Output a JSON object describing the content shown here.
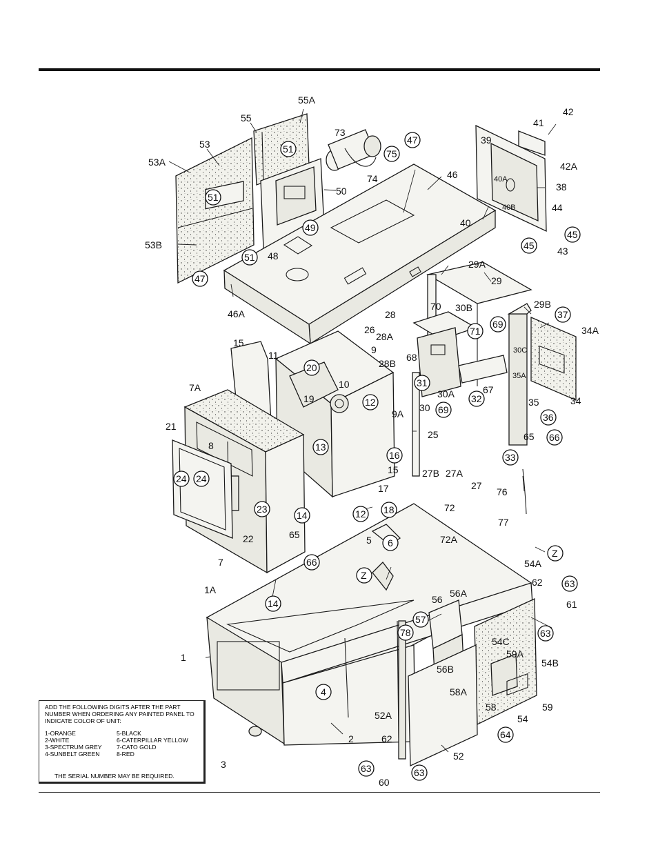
{
  "callouts": [
    {
      "id": "c55A",
      "text": "55A"
    },
    {
      "id": "c55",
      "text": "55"
    },
    {
      "id": "c53",
      "text": "53"
    },
    {
      "id": "c53A",
      "text": "53A"
    },
    {
      "id": "c51a",
      "text": "51"
    },
    {
      "id": "c51b",
      "text": "51"
    },
    {
      "id": "c51c",
      "text": "51"
    },
    {
      "id": "c53B",
      "text": "53B"
    },
    {
      "id": "c50",
      "text": "50"
    },
    {
      "id": "c49",
      "text": "49"
    },
    {
      "id": "c48",
      "text": "48"
    },
    {
      "id": "c73",
      "text": "73"
    },
    {
      "id": "c74",
      "text": "74"
    },
    {
      "id": "c75",
      "text": "75"
    },
    {
      "id": "c47a",
      "text": "47"
    },
    {
      "id": "c47b",
      "text": "47"
    },
    {
      "id": "c46",
      "text": "46"
    },
    {
      "id": "c46A",
      "text": "46A"
    },
    {
      "id": "c41",
      "text": "41"
    },
    {
      "id": "c42",
      "text": "42"
    },
    {
      "id": "c42A",
      "text": "42A"
    },
    {
      "id": "c39",
      "text": "39"
    },
    {
      "id": "c40A",
      "text": "40A"
    },
    {
      "id": "c40B",
      "text": "40B"
    },
    {
      "id": "c38",
      "text": "38"
    },
    {
      "id": "c40",
      "text": "40"
    },
    {
      "id": "c44",
      "text": "44"
    },
    {
      "id": "c45a",
      "text": "45"
    },
    {
      "id": "c45b",
      "text": "45"
    },
    {
      "id": "c43",
      "text": "43"
    },
    {
      "id": "c29A",
      "text": "29A"
    },
    {
      "id": "c29",
      "text": "29"
    },
    {
      "id": "c29B",
      "text": "29B"
    },
    {
      "id": "c37",
      "text": "37"
    },
    {
      "id": "c34A",
      "text": "34A"
    },
    {
      "id": "c28",
      "text": "28"
    },
    {
      "id": "c70",
      "text": "70"
    },
    {
      "id": "c30B",
      "text": "30B"
    },
    {
      "id": "c71",
      "text": "71"
    },
    {
      "id": "c69a",
      "text": "69"
    },
    {
      "id": "c28A",
      "text": "28A"
    },
    {
      "id": "c26",
      "text": "26"
    },
    {
      "id": "c28B",
      "text": "28B"
    },
    {
      "id": "c68",
      "text": "68"
    },
    {
      "id": "c30C",
      "text": "30C"
    },
    {
      "id": "c35A",
      "text": "35A"
    },
    {
      "id": "c31",
      "text": "31"
    },
    {
      "id": "c67",
      "text": "67"
    },
    {
      "id": "c30A",
      "text": "30A"
    },
    {
      "id": "c32",
      "text": "32"
    },
    {
      "id": "c30",
      "text": "30"
    },
    {
      "id": "c35",
      "text": "35"
    },
    {
      "id": "c34",
      "text": "34"
    },
    {
      "id": "c69b",
      "text": "69"
    },
    {
      "id": "c36",
      "text": "36"
    },
    {
      "id": "c65a",
      "text": "65"
    },
    {
      "id": "c66a",
      "text": "66"
    },
    {
      "id": "c25",
      "text": "25"
    },
    {
      "id": "c33",
      "text": "33"
    },
    {
      "id": "c15a",
      "text": "15"
    },
    {
      "id": "c11",
      "text": "11"
    },
    {
      "id": "c9",
      "text": "9"
    },
    {
      "id": "c20",
      "text": "20"
    },
    {
      "id": "c10",
      "text": "10"
    },
    {
      "id": "c12a",
      "text": "12"
    },
    {
      "id": "c9A",
      "text": "9A"
    },
    {
      "id": "c19",
      "text": "19"
    },
    {
      "id": "c7A",
      "text": "7A"
    },
    {
      "id": "c16",
      "text": "16"
    },
    {
      "id": "c13",
      "text": "13"
    },
    {
      "id": "c15b",
      "text": "15"
    },
    {
      "id": "c21",
      "text": "21"
    },
    {
      "id": "c8",
      "text": "8"
    },
    {
      "id": "c24a",
      "text": "24"
    },
    {
      "id": "c24b",
      "text": "24"
    },
    {
      "id": "c27B",
      "text": "27B"
    },
    {
      "id": "c27A",
      "text": "27A"
    },
    {
      "id": "c27",
      "text": "27"
    },
    {
      "id": "c17",
      "text": "17"
    },
    {
      "id": "c76",
      "text": "76"
    },
    {
      "id": "c23",
      "text": "23"
    },
    {
      "id": "c14a",
      "text": "14"
    },
    {
      "id": "c12b",
      "text": "12"
    },
    {
      "id": "c18",
      "text": "18"
    },
    {
      "id": "c72",
      "text": "72"
    },
    {
      "id": "c22",
      "text": "22"
    },
    {
      "id": "c65b",
      "text": "65"
    },
    {
      "id": "c77",
      "text": "77"
    },
    {
      "id": "c72A",
      "text": "72A"
    },
    {
      "id": "c5",
      "text": "5"
    },
    {
      "id": "c6",
      "text": "6"
    },
    {
      "id": "cZa",
      "text": "Z"
    },
    {
      "id": "c7",
      "text": "7"
    },
    {
      "id": "c66b",
      "text": "66"
    },
    {
      "id": "c54A",
      "text": "54A"
    },
    {
      "id": "cZb",
      "text": "Z"
    },
    {
      "id": "c62a",
      "text": "62"
    },
    {
      "id": "c63a",
      "text": "63"
    },
    {
      "id": "c61",
      "text": "61"
    },
    {
      "id": "c1A",
      "text": "1A"
    },
    {
      "id": "c14b",
      "text": "14"
    },
    {
      "id": "c56A",
      "text": "56A"
    },
    {
      "id": "c56",
      "text": "56"
    },
    {
      "id": "c63b",
      "text": "63"
    },
    {
      "id": "c57",
      "text": "57"
    },
    {
      "id": "c78",
      "text": "78"
    },
    {
      "id": "c54C",
      "text": "54C"
    },
    {
      "id": "c59A",
      "text": "59A"
    },
    {
      "id": "c54B",
      "text": "54B"
    },
    {
      "id": "c1",
      "text": "1"
    },
    {
      "id": "c56B",
      "text": "56B"
    },
    {
      "id": "c4",
      "text": "4"
    },
    {
      "id": "c58A",
      "text": "58A"
    },
    {
      "id": "c59",
      "text": "59"
    },
    {
      "id": "c58",
      "text": "58"
    },
    {
      "id": "c54",
      "text": "54"
    },
    {
      "id": "c52A",
      "text": "52A"
    },
    {
      "id": "c64",
      "text": "64"
    },
    {
      "id": "c2",
      "text": "2"
    },
    {
      "id": "c62b",
      "text": "62"
    },
    {
      "id": "c3",
      "text": "3"
    },
    {
      "id": "c52",
      "text": "52"
    },
    {
      "id": "c63c",
      "text": "63"
    },
    {
      "id": "c63d",
      "text": "63"
    },
    {
      "id": "c60",
      "text": "60"
    }
  ],
  "note": {
    "intro": "ADD THE FOLLOWING DIGITS AFTER THE PART NUMBER WHEN ORDERING ANY PAINTED PANEL TO INDICATE COLOR OF UNIT:",
    "colors_left": [
      "1-ORANGE",
      "2-WHITE",
      "3-SPECTRUM GREY",
      "4-SUNBELT GREEN"
    ],
    "colors_right": [
      "5-BLACK",
      "6-CATERPILLAR YELLOW",
      "7-CATO GOLD",
      "8-RED"
    ],
    "serial": "THE SERIAL NUMBER MAY BE REQUIRED."
  }
}
